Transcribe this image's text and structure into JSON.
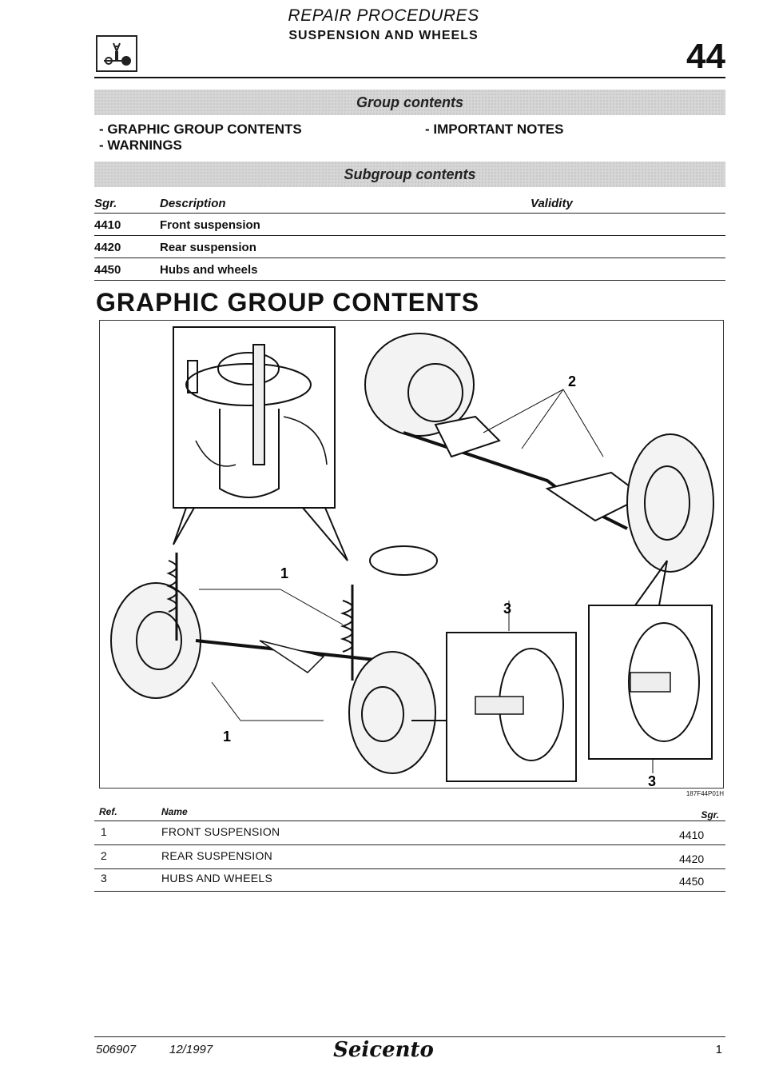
{
  "header": {
    "procedures": "REPAIR PROCEDURES",
    "section": "SUSPENSION AND WHEELS",
    "group_number": "44"
  },
  "group_contents": {
    "title": "Group contents",
    "items": [
      "- GRAPHIC GROUP CONTENTS",
      "- WARNINGS",
      "- IMPORTANT NOTES"
    ]
  },
  "subgroup_contents": {
    "title": "Subgroup contents",
    "columns": {
      "sgr": "Sgr.",
      "description": "Description",
      "validity": "Validity"
    },
    "rows": [
      {
        "sgr": "4410",
        "description": "Front suspension"
      },
      {
        "sgr": "4420",
        "description": "Rear suspension"
      },
      {
        "sgr": "4450",
        "description": "Hubs and wheels"
      }
    ]
  },
  "graphic": {
    "title": "GRAPHIC GROUP CONTENTS",
    "callouts": [
      "1",
      "1",
      "2",
      "3",
      "3"
    ],
    "figure_code": "187F44P01H"
  },
  "ref_table": {
    "columns": {
      "ref": "Ref.",
      "name": "Name",
      "sgr": "Sgr."
    },
    "rows": [
      {
        "ref": "1",
        "name": "FRONT SUSPENSION",
        "sgr": "4410"
      },
      {
        "ref": "2",
        "name": "REAR SUSPENSION",
        "sgr": "4420"
      },
      {
        "ref": "3",
        "name": "HUBS AND WHEELS",
        "sgr": "4450"
      }
    ]
  },
  "footer": {
    "doc_code": "506907",
    "date": "12/1997",
    "brand": "Seicento",
    "page": "1"
  }
}
